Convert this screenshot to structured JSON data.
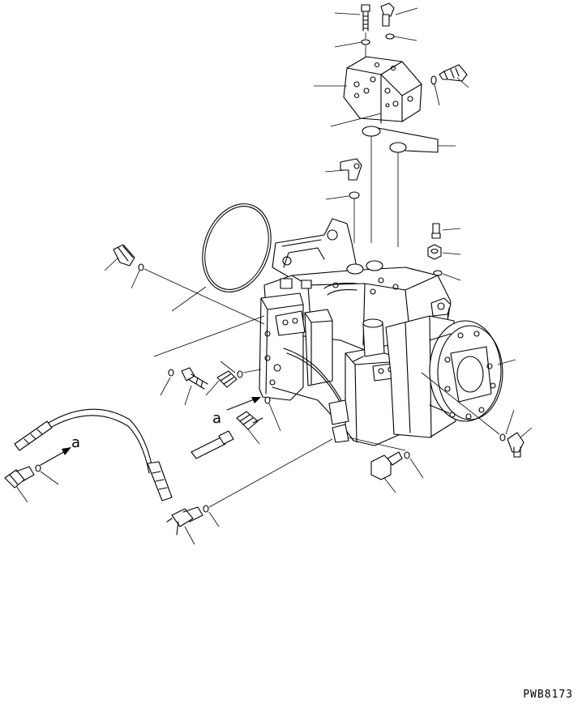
{
  "callouts": {
    "view_label_1": "a",
    "view_label_2": "a"
  },
  "drawing_code": "PWB8173"
}
